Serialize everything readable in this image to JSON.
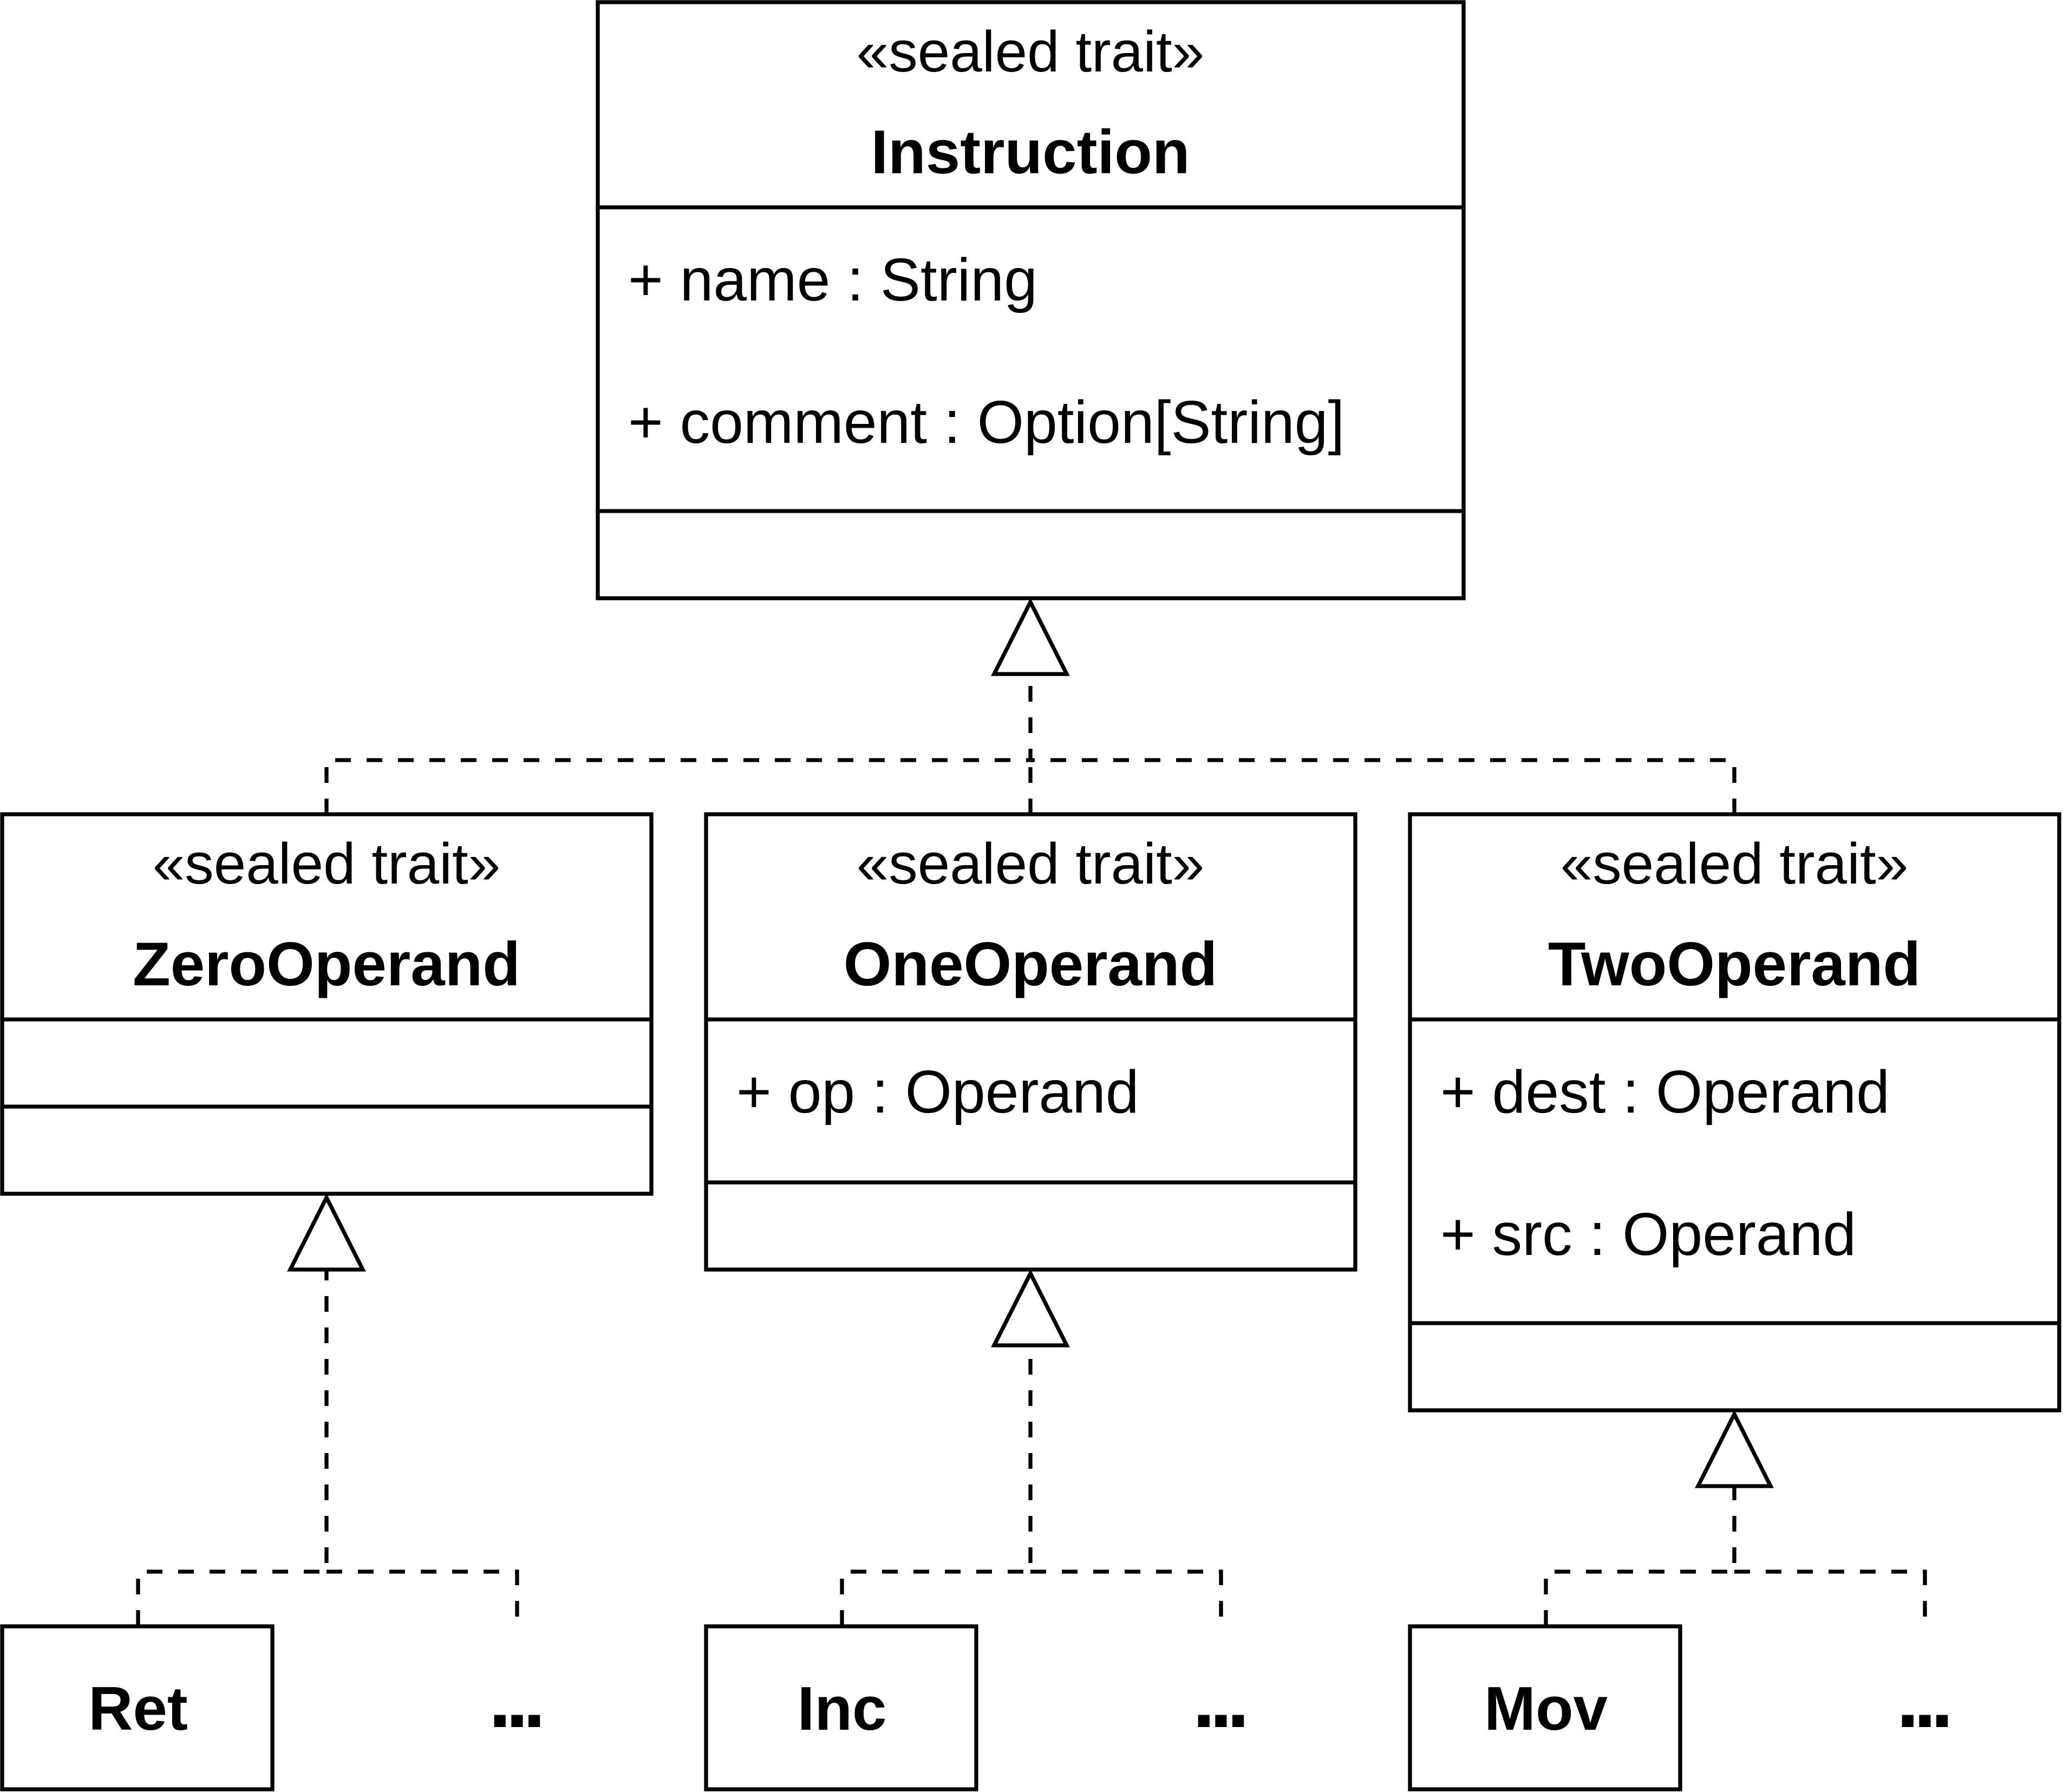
{
  "classes": {
    "instruction": {
      "stereotype": "«sealed trait»",
      "name": "Instruction",
      "attributes": [
        "+ name : String",
        "+ comment : Option[String]"
      ]
    },
    "zero_operand": {
      "stereotype": "«sealed trait»",
      "name": "ZeroOperand",
      "attributes": []
    },
    "one_operand": {
      "stereotype": "«sealed trait»",
      "name": "OneOperand",
      "attributes": [
        "+ op : Operand"
      ]
    },
    "two_operand": {
      "stereotype": "«sealed trait»",
      "name": "TwoOperand",
      "attributes": [
        "+ dest : Operand",
        "+ src : Operand"
      ]
    }
  },
  "leaves": {
    "ret": "Ret",
    "inc": "Inc",
    "mov": "Mov",
    "ellipsis": "..."
  },
  "relationships": [
    {
      "type": "realization",
      "from": "ZeroOperand",
      "to": "Instruction"
    },
    {
      "type": "realization",
      "from": "OneOperand",
      "to": "Instruction"
    },
    {
      "type": "realization",
      "from": "TwoOperand",
      "to": "Instruction"
    },
    {
      "type": "realization",
      "from": "Ret",
      "to": "ZeroOperand"
    },
    {
      "type": "realization",
      "from": "Inc",
      "to": "OneOperand"
    },
    {
      "type": "realization",
      "from": "Mov",
      "to": "TwoOperand"
    }
  ]
}
